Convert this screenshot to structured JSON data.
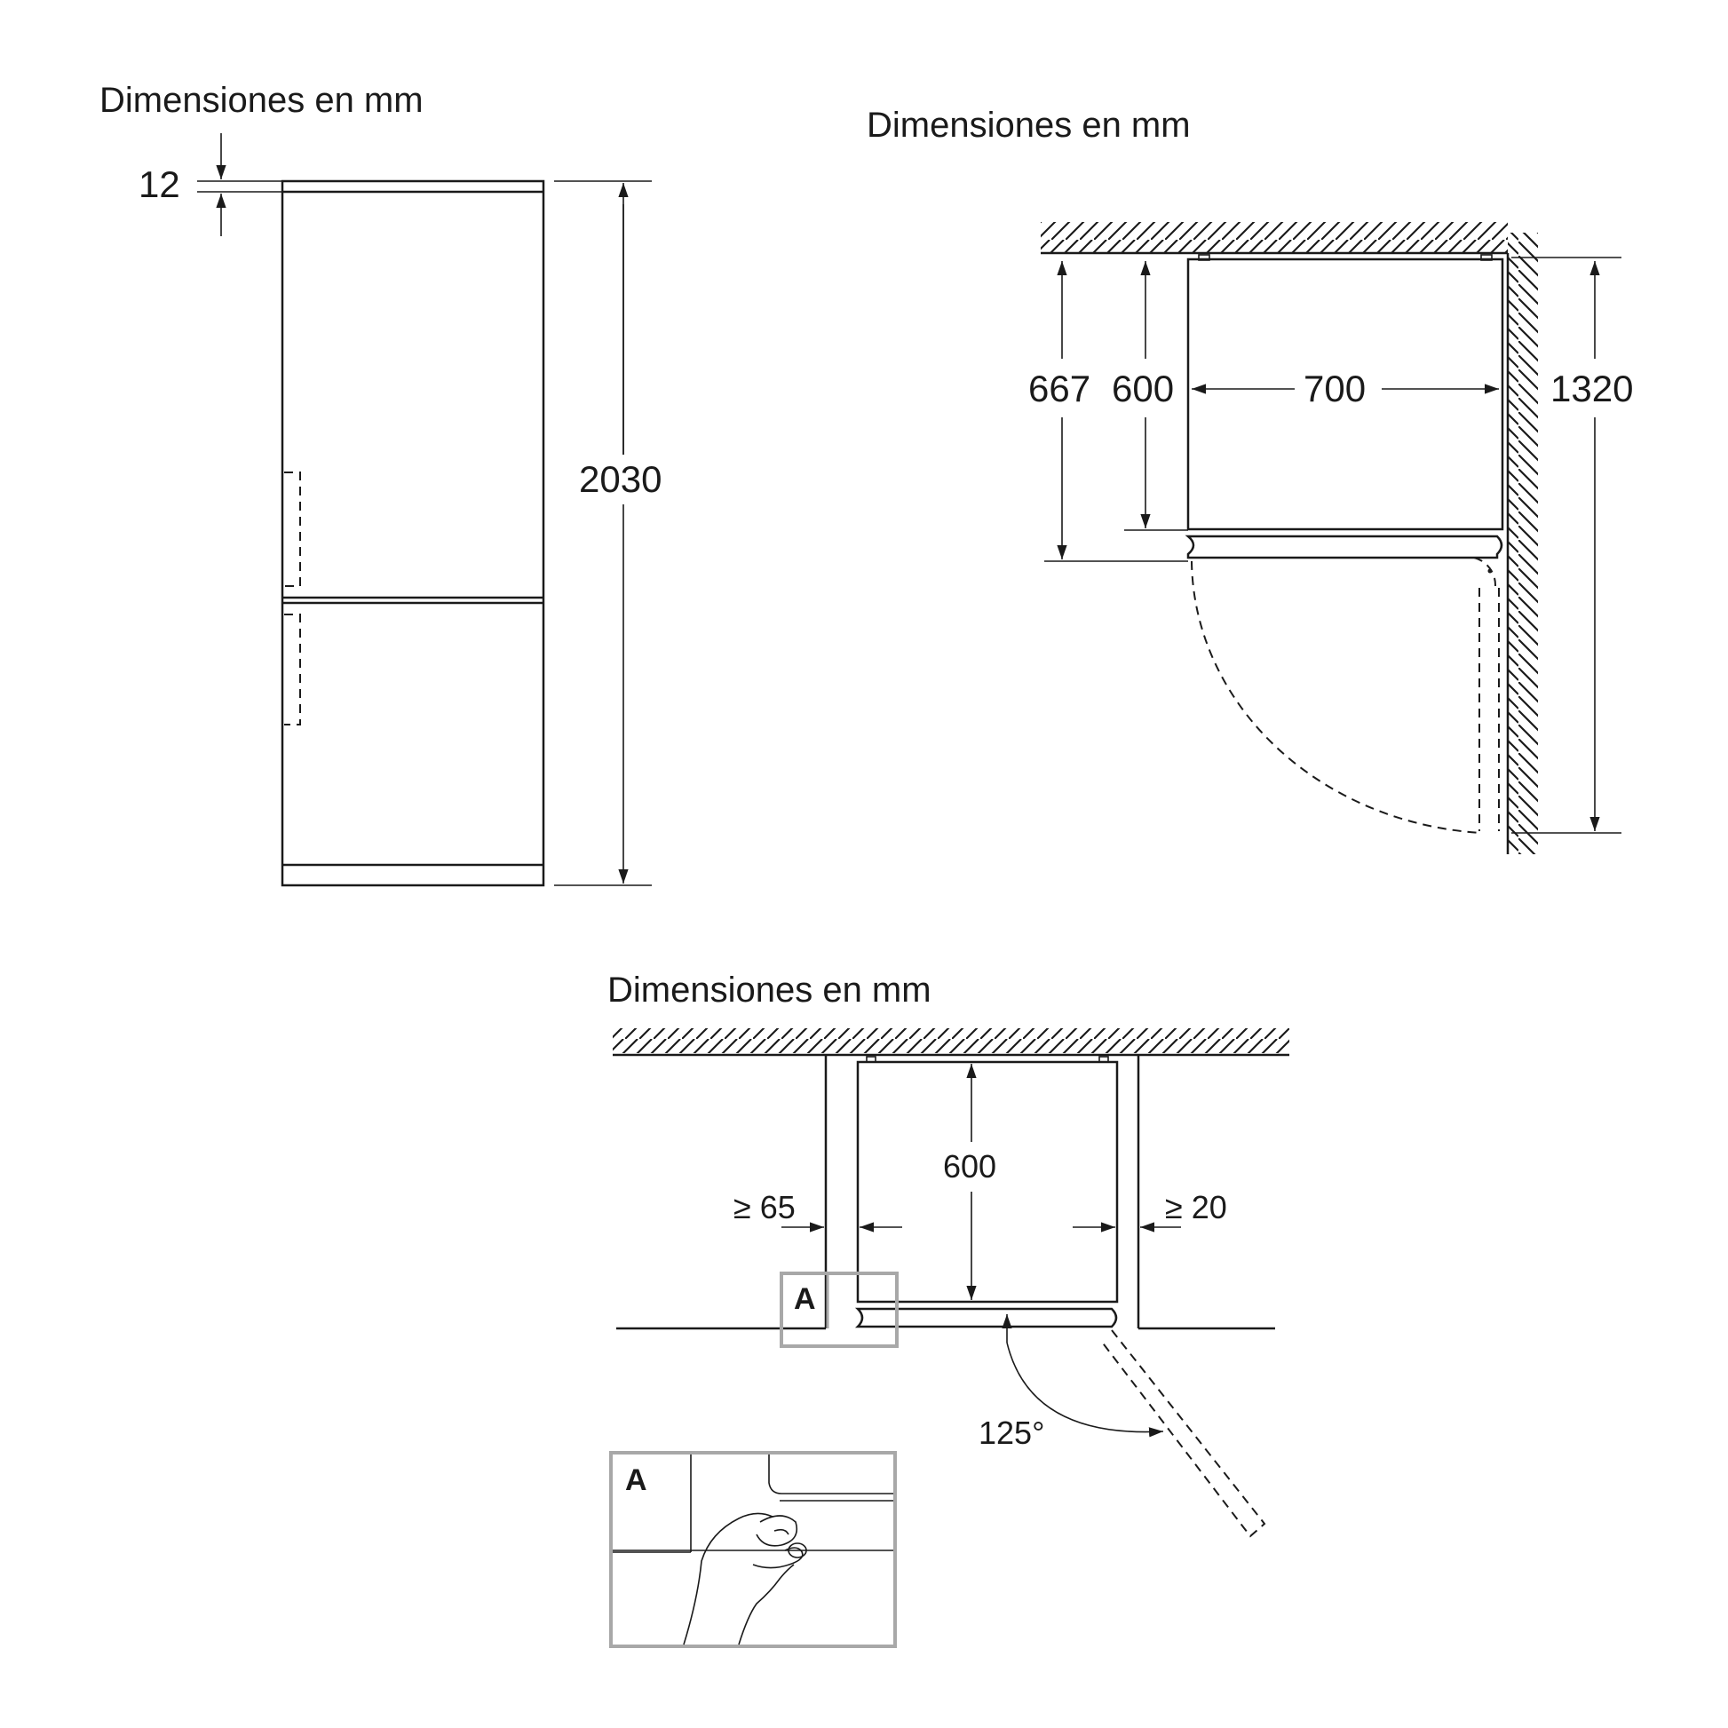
{
  "diagrams": {
    "front_view": {
      "title": "Dimensiones en mm",
      "top_gap": "12",
      "height": "2030"
    },
    "top_view": {
      "title": "Dimensiones en mm",
      "depth_with_door": "667",
      "depth": "600",
      "width": "700",
      "total_with_open_door": "1320"
    },
    "niche_view": {
      "title": "Dimensiones en mm",
      "depth": "600",
      "left_clearance": "≥ 65",
      "right_clearance": "≥ 20",
      "door_angle": "125°",
      "detail_marker": "A",
      "detail_label": "A"
    }
  }
}
